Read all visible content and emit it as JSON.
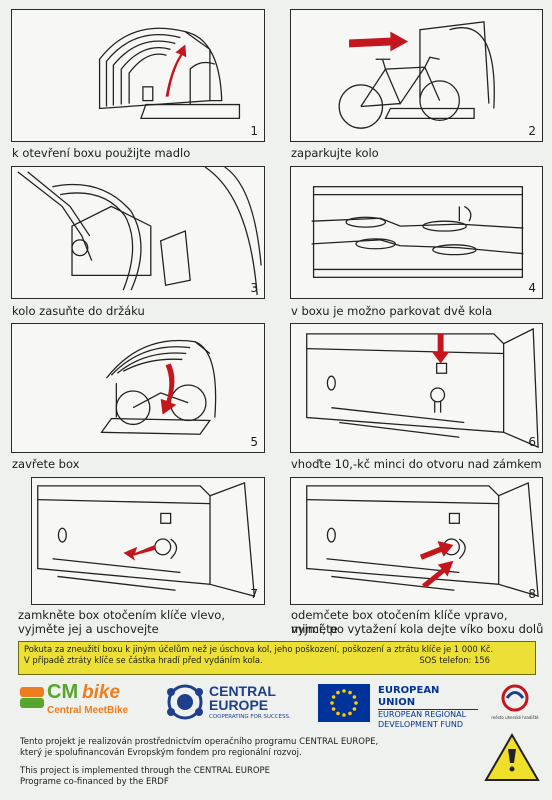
{
  "steps": [
    {
      "num": "1",
      "caption": "k otevření boxu použijte madlo"
    },
    {
      "num": "2",
      "caption": "zaparkujte kolo"
    },
    {
      "num": "3",
      "caption": "kolo zasuňte do držáku"
    },
    {
      "num": "4",
      "caption": "v boxu je možno parkovat dvě kola"
    },
    {
      "num": "5",
      "caption": "zavřete box"
    },
    {
      "num": "6",
      "caption": "vhoďte 10,-kč minci do otvoru nad zámkem"
    },
    {
      "num": "7",
      "caption_line1": "zamkněte box otočením klíče vlevo,",
      "caption_line2": "vyjměte jej a uschovejte"
    },
    {
      "num": "8",
      "caption_line1": "odemčete box otočením klíče vpravo, vyjměte",
      "caption_line2": "minci, po vytažení kola dejte víko boxu dolů"
    }
  ],
  "notice": {
    "line1": "Pokuta za zneužití boxu k jiným účelům než je úschova kol, jeho poškození, poškození a ztrátu klíče je 1 000 Kč.",
    "line2": "V případě ztráty klíče se částka hradí před vydáním kola.",
    "sos": "SOS telefon: 156"
  },
  "logos": {
    "cmbike_cm": "CM",
    "cmbike_bike": "bike",
    "cmbike_sub": "Central MeetBike",
    "central_europe_title": "CENTRAL EUROPE",
    "central_europe_sub": "COOPERATING FOR SUCCESS.",
    "eu_line1": "EUROPEAN UNION",
    "eu_line2": "EUROPEAN REGIONAL",
    "eu_line3": "DEVELOPMENT FUND",
    "city_label": "město uherské hradiště"
  },
  "project_text": {
    "cz_line1": "Tento projekt je realizován prostřednictvím operačního programu CENTRAL EUROPE,",
    "cz_line2": "který je spolufinancován Evropským fondem pro regionální rozvoj.",
    "en_line1": "This project is implemented through the CENTRAL EUROPE",
    "en_line2": "Programe co-financed by the ERDF"
  },
  "colors": {
    "notice_yellow": "#ecdf35",
    "arrow_red": "#c4161c",
    "cmbike_green": "#56a62b",
    "cmbike_orange": "#ee7d1d",
    "central_europe_blue": "#1d3f8c",
    "eu_blue": "#003399",
    "eu_star": "#ffcc00"
  }
}
